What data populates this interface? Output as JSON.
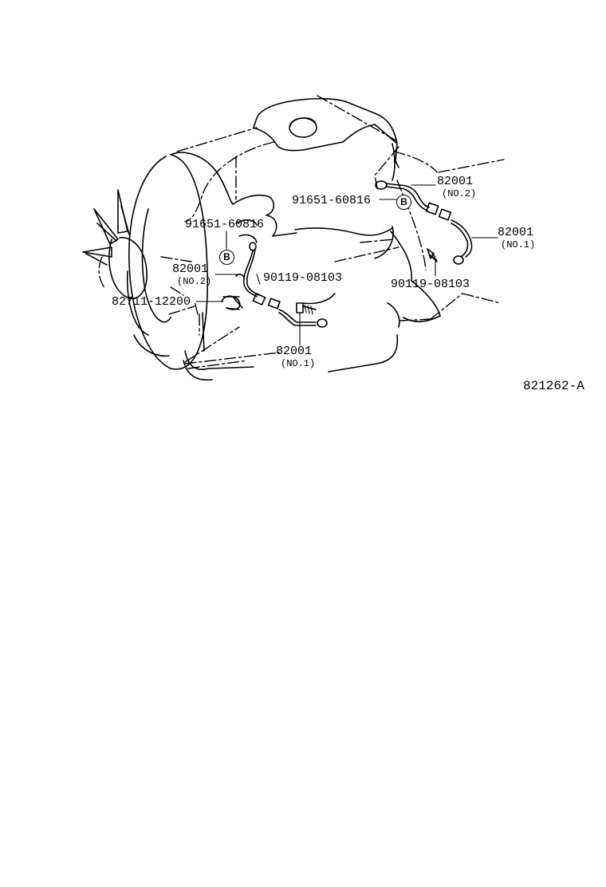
{
  "callouts": {
    "pn_916_left": "91651-60816",
    "pn_916_right": "91651-60816",
    "pn_82001_no2_left": "82001",
    "sub_no2_left": "(NO.2)",
    "pn_90119_left": "90119-08103",
    "pn_82711": "82711-12200",
    "pn_82001_no1_left": "82001",
    "sub_no1_left": "(NO.1)",
    "pn_82001_no2_right": "82001",
    "sub_no2_right": "(NO.2)",
    "pn_82001_no1_right": "82001",
    "sub_no1_right": "(NO.1)",
    "pn_90119_right": "90119-08103"
  },
  "badges": {
    "left": "B",
    "right": "B"
  },
  "figure_ref": "821262-A"
}
